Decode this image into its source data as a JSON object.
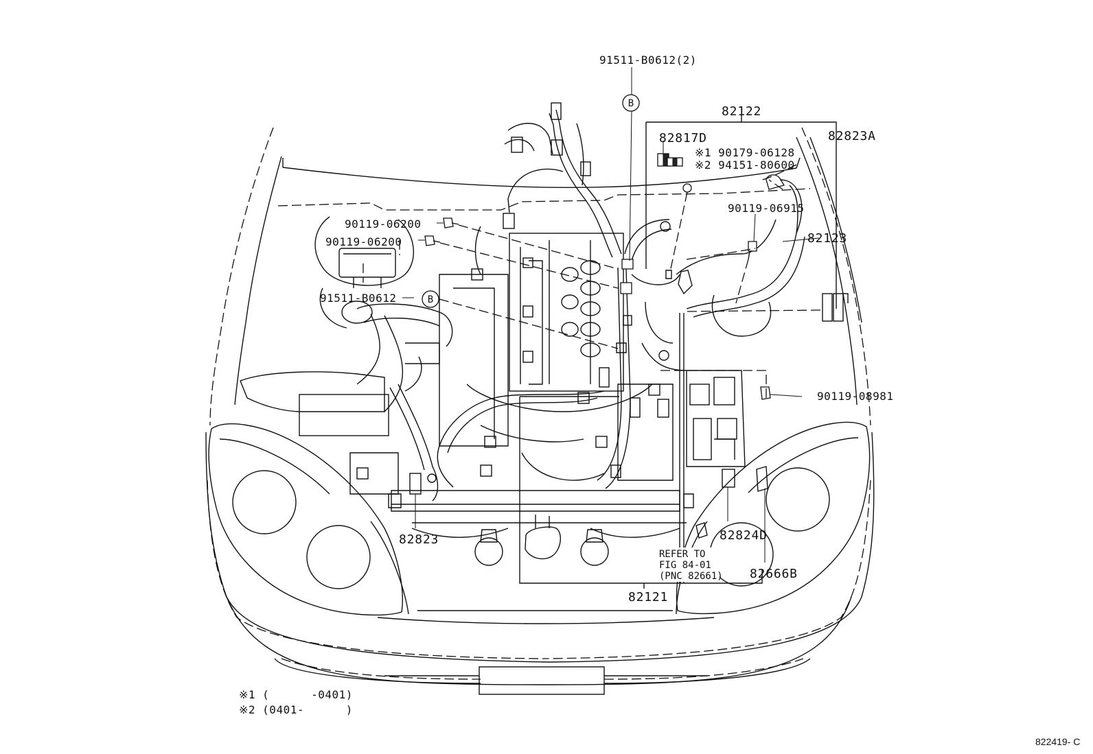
{
  "callouts": {
    "bolt_top": "91511-B0612(2)",
    "assembly_82122": "82122",
    "part_82817D": "82817D",
    "part_82823A": "82823A",
    "note1_line": "※1 90179-06128",
    "note2_line": "※2 94151-80600",
    "bolt_90119_06915": "90119-06915",
    "part_82123": "82123",
    "bolt_90119_06200_a": "90119-06200",
    "bolt_90119_06200_b": "90119-06200",
    "bolt_91511_B0612": "91511-B0612",
    "bolt_90119_08981": "90119-08981",
    "part_82823": "82823",
    "part_82824D": "82824D",
    "refer_line1": "REFER TO",
    "refer_line2": "FIG 84-01",
    "refer_line3": "(PNC 82661)",
    "part_82666B": "82666B",
    "part_82121": "82121",
    "marker_b": "B"
  },
  "legend": {
    "note1": "※1 (      -0401)",
    "note2": "※2 (0401-      )"
  },
  "figure_id": "822419- C"
}
